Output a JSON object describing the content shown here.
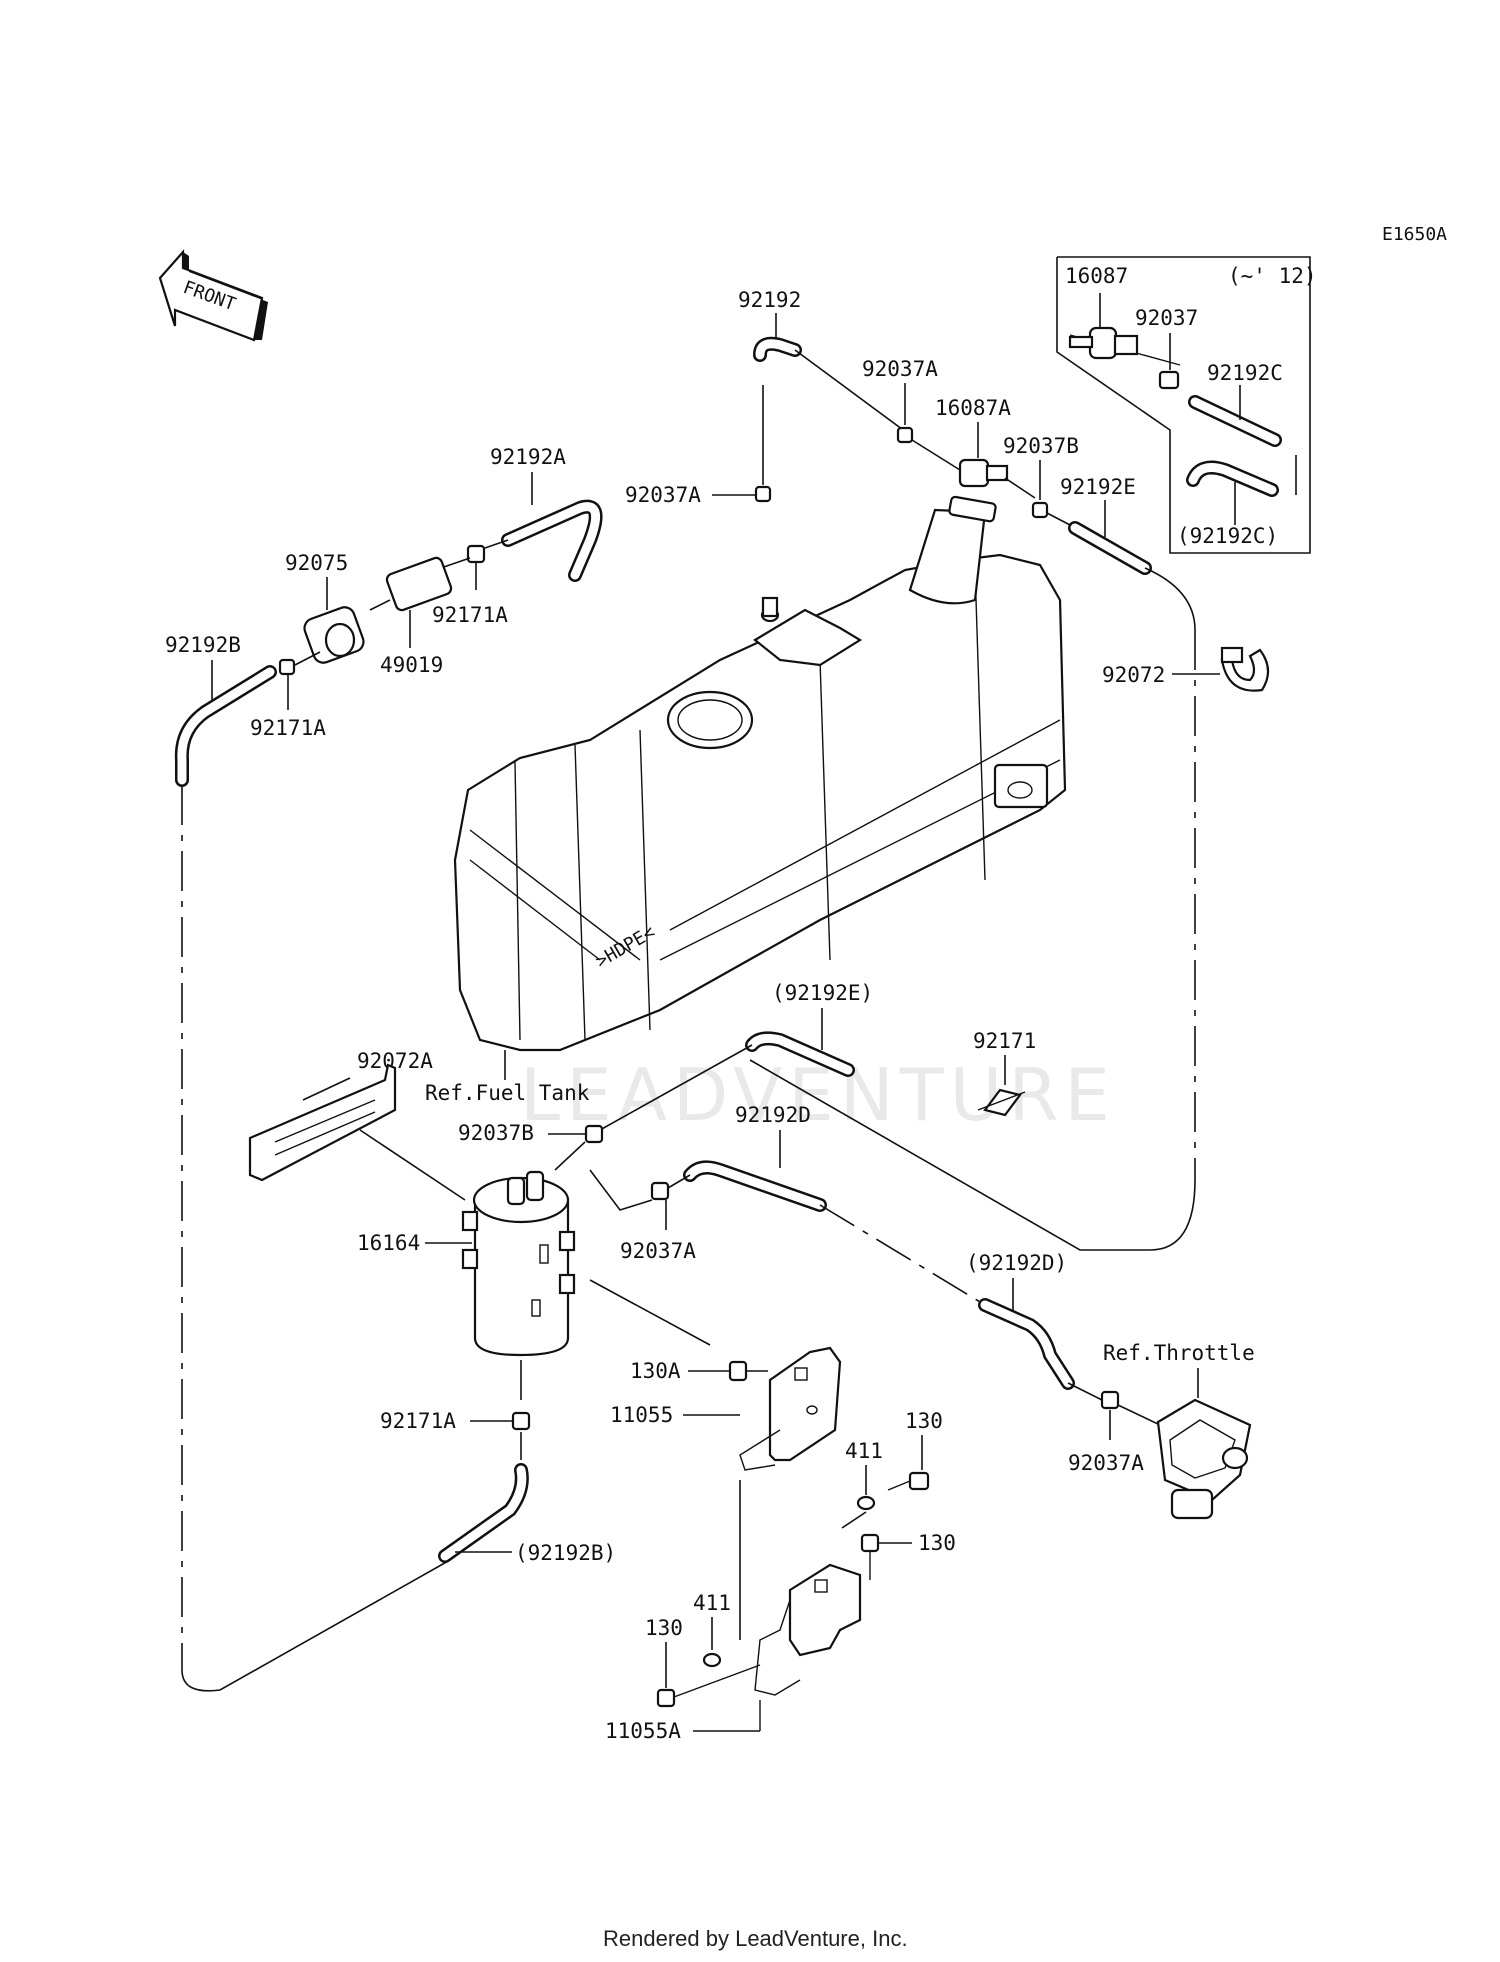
{
  "diagram_code": "E1650A",
  "front_label": "FRONT",
  "watermark": "LEADVENTURE",
  "footer": "Rendered by LeadVenture, Inc.",
  "inset": {
    "qualifier": "(~' 12)",
    "labels": {
      "p16087": "16087",
      "p92037": "92037",
      "p92192C": "92192C",
      "p92192C_paren": "(92192C)"
    }
  },
  "refs": {
    "fuel_tank": "Ref.Fuel Tank",
    "throttle": "Ref.Throttle",
    "tank_mark": ">HDPE<"
  },
  "labels": {
    "p92192": "92192",
    "p92037A_top": "92037A",
    "p16087A": "16087A",
    "p92037B_top": "92037B",
    "p92192E": "92192E",
    "p92037A_left": "92037A",
    "p92192A": "92192A",
    "p92075": "92075",
    "p92171A_mid": "92171A",
    "p49019": "49019",
    "p92192B": "92192B",
    "p92171A_low": "92171A",
    "p92072": "92072",
    "p92192E_paren": "(92192E)",
    "p92171": "92171",
    "p92072A": "92072A",
    "p92037B_low": "92037B",
    "p92192D": "92192D",
    "p16164": "16164",
    "p92037A_canister": "92037A",
    "p92192D_paren": "(92192D)",
    "p130A": "130A",
    "p11055": "11055",
    "p92171A_bottom": "92171A",
    "p130_a": "130",
    "p411_a": "411",
    "p130_b": "130",
    "p92037A_throttle": "92037A",
    "p92192B_paren": "(92192B)",
    "p411_b": "411",
    "p130_c": "130",
    "p11055A": "11055A"
  }
}
